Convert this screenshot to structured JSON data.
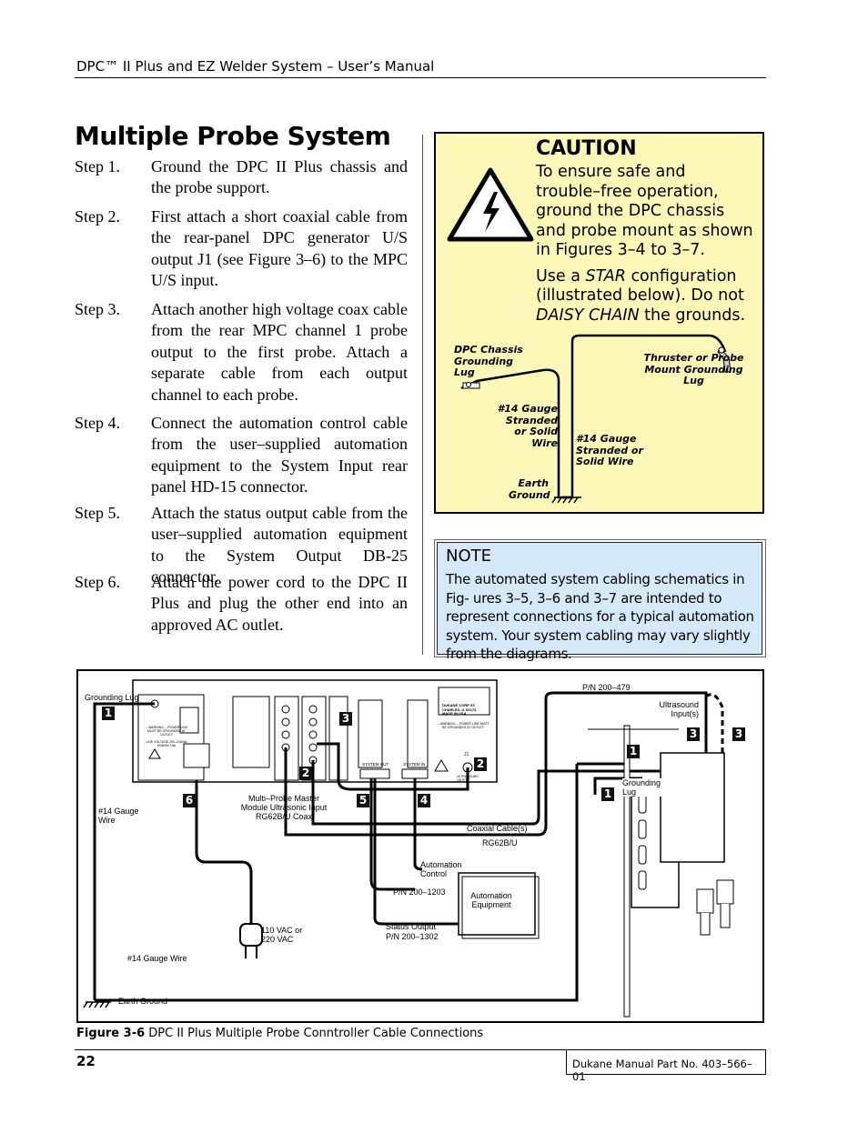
{
  "header": {
    "title": "DPC™ II Plus and EZ Welder System – User’s Manual"
  },
  "page_title": "Multiple Probe System",
  "steps": [
    {
      "num": "Step 1.",
      "text": "Ground the DPC II Plus chassis and the probe support."
    },
    {
      "num": "Step 2.",
      "text": "First attach a short coaxial cable from the rear-panel DPC generator U/S output  J1 (see Figure 3–6) to the MPC U/S input."
    },
    {
      "num": "Step 3.",
      "text": "Attach another high voltage coax cable from the rear MPC channel 1 probe output to the first probe. Attach a separate cable from each output channel to each probe."
    },
    {
      "num": "Step 4.",
      "text": "Connect the automation control cable from the user–supplied automation equipment to the System Input rear panel HD-15 connector."
    },
    {
      "num": "Step 5.",
      "text": "Attach the status output cable from the user–supplied automation equipment to the System Output DB-25 connector."
    },
    {
      "num": "Step 6.",
      "text": "Attach the power cord to the DPC II Plus and plug the other end into an approved AC outlet."
    }
  ],
  "caution": {
    "heading": "CAUTION",
    "para1": "To ensure safe and trouble–free operation, ground the DPC chassis and probe mount as shown in Figures 3–4 to 3–7.",
    "para2_a": "Use a ",
    "para2_star": "STAR",
    "para2_b": " configuration (illustrated below). Do not ",
    "para2_daisy": "DAISY CHAIN",
    "para2_c": " the grounds.",
    "labels": {
      "chassis_lug": "DPC Chassis Grounding Lug",
      "thruster_lug": "Thruster or Probe Mount Grounding Lug",
      "wire_left": "#14 Gauge Stranded or Solid Wire",
      "wire_right": "#14 Gauge Stranded or Solid Wire",
      "earth": "Earth Ground"
    },
    "colors": {
      "background": "#fdf7b8"
    }
  },
  "note": {
    "heading": "NOTE",
    "text": "The automated system cabling schematics  in Fig- ures 3–5, 3–6 and 3–7 are intended to represent connections for a typical automation system. Your system cabling may vary slightly  from the diagrams.",
    "colors": {
      "background": "#d6e9fa"
    }
  },
  "figure": {
    "labels": {
      "grounding_lug_left": "Grounding Lug",
      "gauge_wire": "#14 Gauge Wire",
      "mpc_input": "Multi–Probe Master Module Ultrasonic Input RG62B/U Coax",
      "coax_cables": "Coaxial Cable(s)",
      "rg62": "RG62B/U",
      "automation_control": "Automation Control",
      "pn_1203": "P/N 200–1203",
      "automation_equipment": "Automation Equipment",
      "status_output": "Status Output",
      "pn_1302": "P/N 200–1302",
      "ac_voltage": "110 VAC or 220 VAC",
      "gauge_wire_bottom": "#14 Gauge Wire",
      "earth_ground": "Earth Ground",
      "pn_479": "P/N 200–479",
      "ultrasound_inputs": "Ultrasound Input(s)",
      "grounding_lug_right": "Grounding Lug",
      "system_out": "SYSTEM OUT",
      "system_in": "SYSTEM IN",
      "j1": "J1",
      "ultrasound_output": "ULTRASOUND OUTPUT",
      "dukane": "DUKANE CORP ST. CHARLES, IL 60174 MADE IN USA",
      "warning": "-- WARNING -- POWER LINE MUST BE GROUNDED AT OUTLET",
      "line_voltage": "LINE VOLTAGE 200–240Vac 50/60Hz 15A"
    },
    "badges": {
      "b1a": "1",
      "b1b": "1",
      "b1c": "1",
      "b2a": "2",
      "b2b": "2",
      "b3a": "3",
      "b3b": "3",
      "b3c": "3",
      "b4": "4",
      "b5": "5",
      "b6": "6"
    },
    "caption_label": "Figure 3-6",
    "caption_text": " DPC II Plus Multiple Probe Conntroller Cable Connections"
  },
  "footer": {
    "page_number": "22",
    "part_number": "Dukane Manual Part No. 403–566–01"
  }
}
